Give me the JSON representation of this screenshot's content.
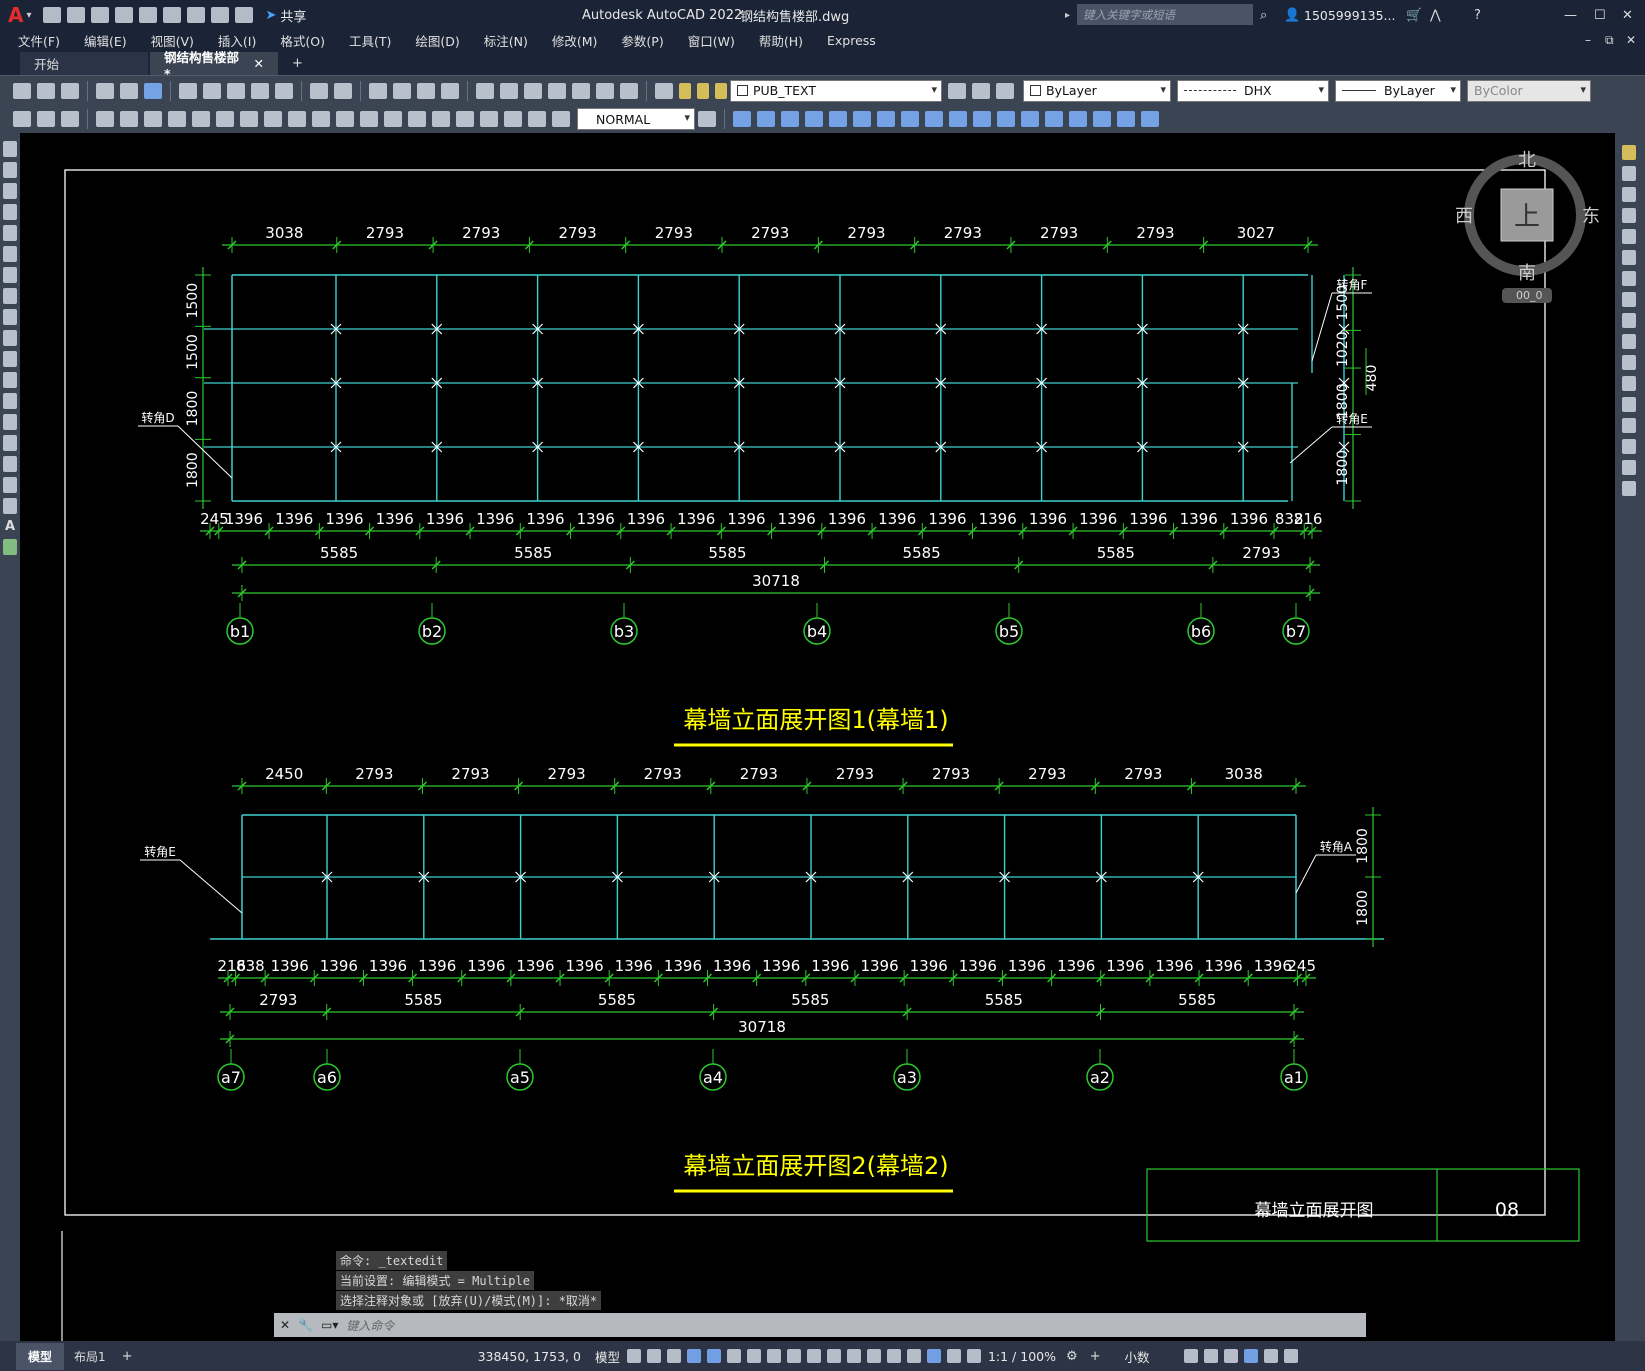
{
  "app": {
    "title": "Autodesk AutoCAD 2022",
    "filename": "钢结构售楼部.dwg",
    "search_placeholder": "键入关键字或短语",
    "user": "1505999135...",
    "share": "共享"
  },
  "menu": [
    "文件(F)",
    "编辑(E)",
    "视图(V)",
    "插入(I)",
    "格式(O)",
    "工具(T)",
    "绘图(D)",
    "标注(N)",
    "修改(M)",
    "参数(P)",
    "窗口(W)",
    "帮助(H)",
    "Express"
  ],
  "tabs": {
    "start": "开始",
    "doc": "钢结构售楼部*"
  },
  "toolbar": {
    "layer": "PUB_TEXT",
    "color": "ByLayer",
    "linetype": "DHX",
    "lineweight": "ByLayer",
    "plotstyle": "ByColor",
    "dimstyle": "NORMAL"
  },
  "viewcube": {
    "north": "北",
    "south": "南",
    "east": "东",
    "west": "西",
    "face": "上",
    "ucs": "00_0"
  },
  "drawing": {
    "title1": "幕墙立面展开图1(幕墙1)",
    "title2": "幕墙立面展开图2(幕墙2)",
    "corner_d": "转角D",
    "corner_f": "转角F",
    "corner_e": "转角E",
    "corner_e2": "转角E",
    "corner_a": "转角A",
    "frame_title": "幕墙立面展开图",
    "frame_no": "08",
    "top1": [
      "3038",
      "2793",
      "2793",
      "2793",
      "2793",
      "2793",
      "2793",
      "2793",
      "2793",
      "2793",
      "3027"
    ],
    "bot1": [
      "245",
      "1396",
      "1396",
      "1396",
      "1396",
      "1396",
      "1396",
      "1396",
      "1396",
      "1396",
      "1396",
      "1396",
      "1396",
      "1396",
      "1396",
      "1396",
      "1396",
      "1396",
      "1396",
      "1396",
      "1396",
      "1396",
      "838",
      "216"
    ],
    "mid1": [
      "5585",
      "5585",
      "5585",
      "5585",
      "5585",
      "2793"
    ],
    "total1": "30718",
    "left1": [
      "1500",
      "1500",
      "1800",
      "1800"
    ],
    "right1": [
      "1500",
      "1020",
      "1800",
      "1800"
    ],
    "right1b": "480",
    "grid1": [
      "b1",
      "b2",
      "b3",
      "b4",
      "b5",
      "b6",
      "b7"
    ],
    "top2": [
      "2450",
      "2793",
      "2793",
      "2793",
      "2793",
      "2793",
      "2793",
      "2793",
      "2793",
      "2793",
      "3038"
    ],
    "bot2": [
      "216",
      "838",
      "1396",
      "1396",
      "1396",
      "1396",
      "1396",
      "1396",
      "1396",
      "1396",
      "1396",
      "1396",
      "1396",
      "1396",
      "1396",
      "1396",
      "1396",
      "1396",
      "1396",
      "1396",
      "1396",
      "1396",
      "1396",
      "245"
    ],
    "mid2": [
      "2793",
      "5585",
      "5585",
      "5585",
      "5585",
      "5585"
    ],
    "total2": "30718",
    "right2": [
      "1800",
      "1800"
    ],
    "grid2": [
      "a7",
      "a6",
      "a5",
      "a4",
      "a3",
      "a2",
      "a1"
    ]
  },
  "command": {
    "line1": "命令: _textedit",
    "line2": "当前设置: 编辑模式 = Multiple",
    "line3": "选择注释对象或 [放弃(U)/模式(M)]: *取消*",
    "placeholder": "键入命令"
  },
  "status": {
    "model_tab": "模型",
    "layout_tab": "布局1",
    "coords": "338450, 1753, 0",
    "model": "模型",
    "scale": "1:1 / 100%",
    "units": "小数"
  }
}
